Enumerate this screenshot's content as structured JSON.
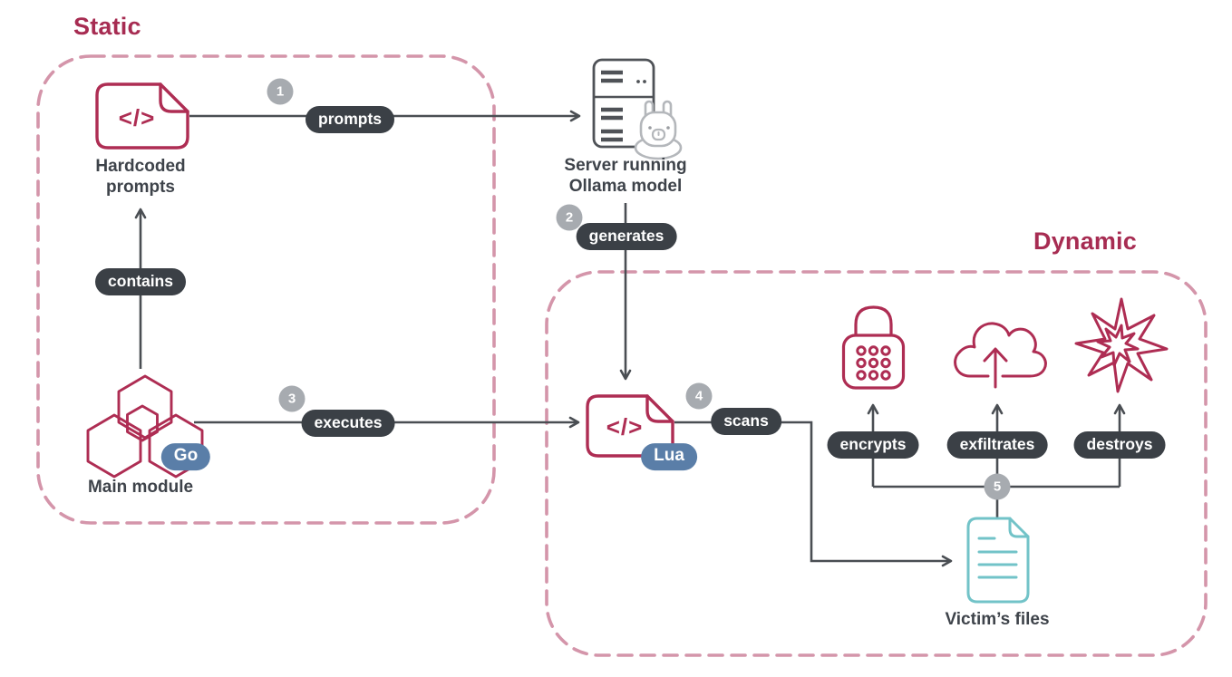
{
  "regions": {
    "static": {
      "title": "Static"
    },
    "dynamic": {
      "title": "Dynamic"
    }
  },
  "nodes": {
    "hardcoded_prompts": {
      "label": "Hardcoded prompts",
      "glyph": "</>"
    },
    "server": {
      "label": "Server running Ollama model"
    },
    "main_module": {
      "label": "Main module",
      "lang_badge": "Go"
    },
    "lua_script": {
      "glyph": "</>",
      "lang_badge": "Lua"
    },
    "victims_files": {
      "label": "Victim’s files"
    }
  },
  "steps": {
    "prompts": {
      "num": "1",
      "label": "prompts"
    },
    "generates": {
      "num": "2",
      "label": "generates"
    },
    "executes": {
      "num": "3",
      "label": "executes"
    },
    "scans": {
      "num": "4",
      "label": "scans"
    },
    "actions": {
      "num": "5"
    },
    "contains": {
      "label": "contains"
    }
  },
  "actions": {
    "encrypts": "encrypts",
    "exfiltrates": "exfiltrates",
    "destroys": "destroys"
  },
  "colors": {
    "crimson": "#ae2d53",
    "dash_pink": "#d495aa",
    "pill_dark": "#3b4046",
    "badge_gray": "#a7abb0",
    "lang_blue": "#5a7ea8",
    "teal": "#72c3c8",
    "line_gray": "#4a4e53",
    "label_gray": "#3e434a"
  }
}
